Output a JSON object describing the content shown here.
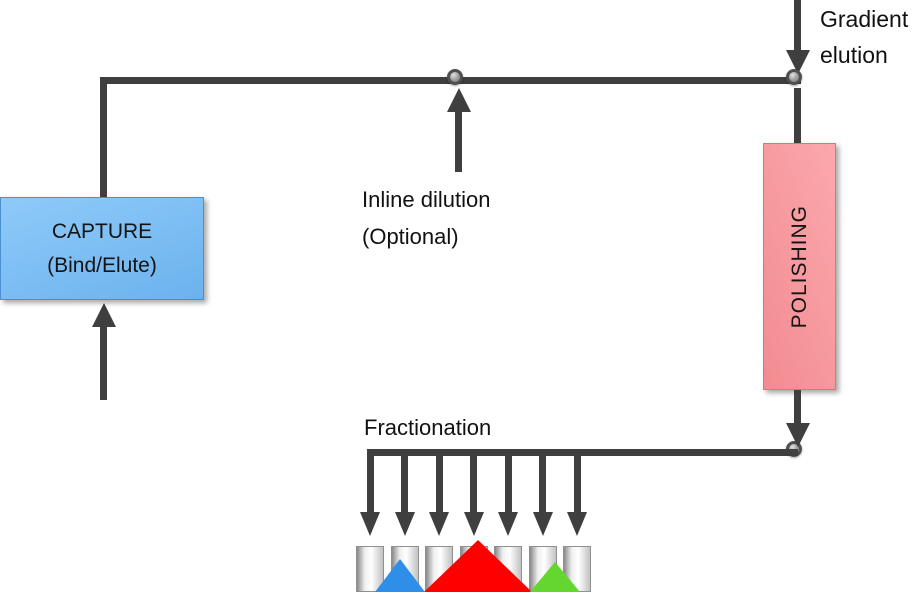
{
  "diagram": {
    "capture": {
      "line1": "CAPTURE",
      "line2": "(Bind/Elute)"
    },
    "inline_dilution": {
      "line1": "Inline dilution",
      "line2": "(Optional)"
    },
    "gradient_elution": {
      "line1": "Gradient",
      "line2": "elution"
    },
    "polishing": {
      "label": "POLISHING"
    },
    "fractionation": {
      "label": "Fractionation",
      "arrow_count": 7,
      "vial_count": 7
    }
  },
  "colors": {
    "line": "#3f3f3f",
    "capture_fill_light": "#8ecaf9",
    "capture_fill_dark": "#6cb2ee",
    "capture_border": "#4a8fd0",
    "polishing_fill_light": "#fba9ad",
    "polishing_fill_dark": "#f28b91",
    "polishing_border": "#d6757c",
    "peak_blue": "#2f8fe8",
    "peak_red": "#ff0000",
    "peak_green": "#63d62f",
    "text": "#141414"
  }
}
